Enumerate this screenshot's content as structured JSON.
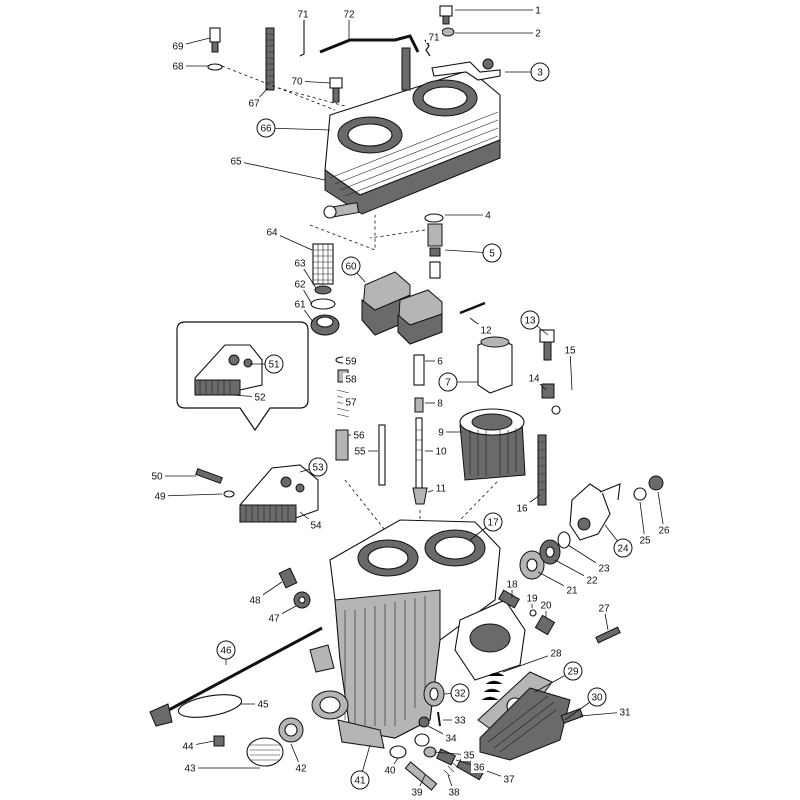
{
  "diagram": {
    "labels": [
      {
        "id": "1",
        "text": "1",
        "circled": false
      },
      {
        "id": "2",
        "text": "2",
        "circled": false
      },
      {
        "id": "3",
        "text": "3",
        "circled": true
      },
      {
        "id": "4",
        "text": "4",
        "circled": false
      },
      {
        "id": "5",
        "text": "5",
        "circled": true
      },
      {
        "id": "6",
        "text": "6",
        "circled": false
      },
      {
        "id": "7",
        "text": "7",
        "circled": true
      },
      {
        "id": "8",
        "text": "8",
        "circled": false
      },
      {
        "id": "9",
        "text": "9",
        "circled": false
      },
      {
        "id": "10",
        "text": "10",
        "circled": false
      },
      {
        "id": "11",
        "text": "11",
        "circled": false
      },
      {
        "id": "12",
        "text": "12",
        "circled": false
      },
      {
        "id": "13",
        "text": "13",
        "circled": true
      },
      {
        "id": "14",
        "text": "14",
        "circled": false
      },
      {
        "id": "15",
        "text": "15",
        "circled": false
      },
      {
        "id": "16",
        "text": "16",
        "circled": false
      },
      {
        "id": "17",
        "text": "17",
        "circled": true
      },
      {
        "id": "18",
        "text": "18",
        "circled": false
      },
      {
        "id": "19",
        "text": "19",
        "circled": false
      },
      {
        "id": "20",
        "text": "20",
        "circled": false
      },
      {
        "id": "21",
        "text": "21",
        "circled": false
      },
      {
        "id": "22",
        "text": "22",
        "circled": false
      },
      {
        "id": "23",
        "text": "23",
        "circled": false
      },
      {
        "id": "24",
        "text": "24",
        "circled": true
      },
      {
        "id": "25",
        "text": "25",
        "circled": false
      },
      {
        "id": "26",
        "text": "26",
        "circled": false
      },
      {
        "id": "27",
        "text": "27",
        "circled": false
      },
      {
        "id": "28",
        "text": "28",
        "circled": false
      },
      {
        "id": "29",
        "text": "29",
        "circled": true
      },
      {
        "id": "30",
        "text": "30",
        "circled": true
      },
      {
        "id": "31",
        "text": "31",
        "circled": false
      },
      {
        "id": "32",
        "text": "32",
        "circled": true
      },
      {
        "id": "33",
        "text": "33",
        "circled": false
      },
      {
        "id": "34",
        "text": "34",
        "circled": false
      },
      {
        "id": "35",
        "text": "35",
        "circled": false
      },
      {
        "id": "36",
        "text": "36",
        "circled": false
      },
      {
        "id": "37",
        "text": "37",
        "circled": false
      },
      {
        "id": "38",
        "text": "38",
        "circled": false
      },
      {
        "id": "39",
        "text": "39",
        "circled": false
      },
      {
        "id": "40",
        "text": "40",
        "circled": false
      },
      {
        "id": "41",
        "text": "41",
        "circled": true
      },
      {
        "id": "42",
        "text": "42",
        "circled": false
      },
      {
        "id": "43",
        "text": "43",
        "circled": false
      },
      {
        "id": "44",
        "text": "44",
        "circled": false
      },
      {
        "id": "45",
        "text": "45",
        "circled": false
      },
      {
        "id": "46",
        "text": "46",
        "circled": true
      },
      {
        "id": "47",
        "text": "47",
        "circled": false
      },
      {
        "id": "48",
        "text": "48",
        "circled": false
      },
      {
        "id": "49",
        "text": "49",
        "circled": false
      },
      {
        "id": "50",
        "text": "50",
        "circled": false
      },
      {
        "id": "51",
        "text": "51",
        "circled": true
      },
      {
        "id": "52",
        "text": "52",
        "circled": false
      },
      {
        "id": "53",
        "text": "53",
        "circled": true
      },
      {
        "id": "54",
        "text": "54",
        "circled": false
      },
      {
        "id": "55",
        "text": "55",
        "circled": false
      },
      {
        "id": "56",
        "text": "56",
        "circled": false
      },
      {
        "id": "57",
        "text": "57",
        "circled": false
      },
      {
        "id": "58",
        "text": "58",
        "circled": false
      },
      {
        "id": "59",
        "text": "59",
        "circled": false
      },
      {
        "id": "60",
        "text": "60",
        "circled": true
      },
      {
        "id": "61",
        "text": "61",
        "circled": false
      },
      {
        "id": "62",
        "text": "62",
        "circled": false
      },
      {
        "id": "63",
        "text": "63",
        "circled": false
      },
      {
        "id": "64",
        "text": "64",
        "circled": false
      },
      {
        "id": "65",
        "text": "65",
        "circled": false
      },
      {
        "id": "66",
        "text": "66",
        "circled": true
      },
      {
        "id": "67",
        "text": "67",
        "circled": false
      },
      {
        "id": "68",
        "text": "68",
        "circled": false
      },
      {
        "id": "69",
        "text": "69",
        "circled": false
      },
      {
        "id": "70",
        "text": "70",
        "circled": false
      },
      {
        "id": "71a",
        "text": "71",
        "circled": false
      },
      {
        "id": "71b",
        "text": "71",
        "circled": false
      },
      {
        "id": "72",
        "text": "72",
        "circled": false
      }
    ]
  }
}
